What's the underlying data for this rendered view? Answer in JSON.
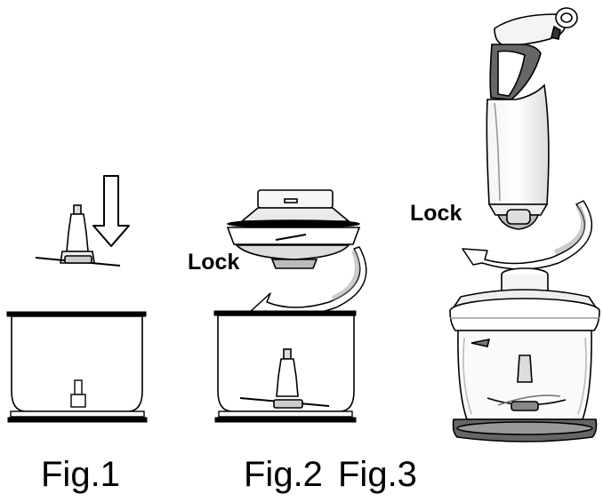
{
  "figures": {
    "fig1": {
      "caption": "Fig.1"
    },
    "fig2": {
      "caption": "Fig.2",
      "lock_label": "Lock"
    },
    "fig3": {
      "caption": "Fig.3",
      "lock_label": "Lock"
    }
  },
  "colors": {
    "ink": "#000000",
    "background": "#ffffff",
    "shade": "#9a9a9a",
    "light_shade": "#d8d8d8"
  },
  "icons": [
    "down-arrow-icon",
    "lock-rotation-arrow-icon"
  ]
}
